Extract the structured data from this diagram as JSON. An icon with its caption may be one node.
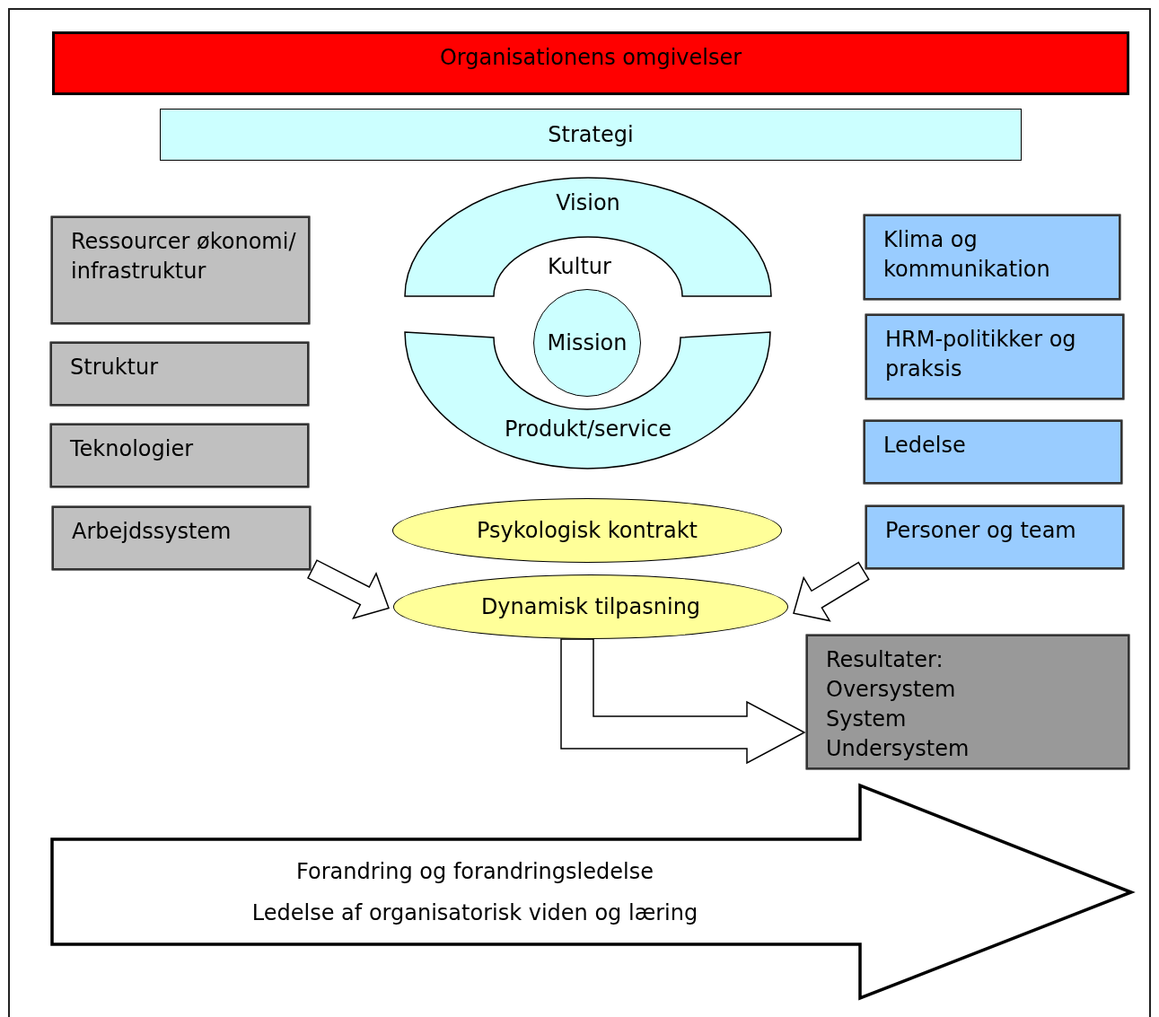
{
  "diagram": {
    "nodes": [
      {
        "text": [
          "Organisationens omgivelser"
        ]
      },
      {
        "text": [
          "Strategi"
        ]
      },
      {
        "text": [
          "Vision"
        ]
      },
      {
        "text": [
          "Mission"
        ]
      },
      {
        "text": [
          "Produkt/service"
        ]
      },
      {
        "text": [
          "Ressourcer økonomi/ infrastruktur"
        ]
      },
      {
        "text": [
          "Struktur"
        ]
      },
      {
        "text": [
          "Teknologier"
        ]
      },
      {
        "text": [
          "Arbejdssystem"
        ]
      },
      {
        "text": [
          "Klima og kommunikation"
        ]
      },
      {
        "text": [
          "HRM-politikker og praksis"
        ]
      },
      {
        "text": [
          "Ledelse"
        ]
      },
      {
        "text": [
          "Personer og team"
        ]
      },
      {
        "text": [
          "Psykologisk kontrakt"
        ]
      },
      {
        "text": [
          "Dynamisk tilpasning"
        ]
      },
      {
        "text": [
          "Resultater:",
          "Oversystem",
          "System",
          "Undersystem"
        ]
      },
      {
        "text": [
          "Forandring og forandringsledelse",
          "Ledelse af organisatorisk viden og læring"
        ]
      }
    ],
    "edges": [
      {
        "from": 8,
        "to": 14,
        "arrow": "to"
      },
      {
        "from": 12,
        "to": 14,
        "arrow": "to"
      },
      {
        "from": 14,
        "to": 15,
        "arrow": "to"
      }
    ],
    "labels": [
      "Kultur"
    ]
  }
}
